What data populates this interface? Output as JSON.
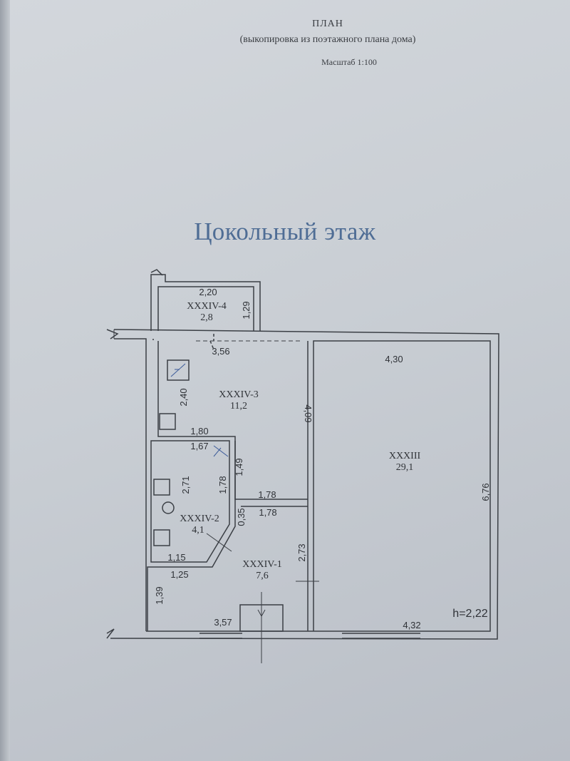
{
  "header": {
    "title": "ПЛАН",
    "subtitle": "(выкопировка из поэтажного плана дома)",
    "scale": "Масштаб 1:100"
  },
  "floor_title": "Цокольный этаж",
  "rooms": [
    {
      "id": "XXXIV-4",
      "area": "2,8"
    },
    {
      "id": "XXXIV-3",
      "area": "11,2"
    },
    {
      "id": "XXXIV-2",
      "area": "4,1"
    },
    {
      "id": "XXXIV-1",
      "area": "7,6"
    },
    {
      "id": "XXXIII",
      "area": "29,1"
    }
  ],
  "dimensions": {
    "d220": "2,20",
    "d129": "1,29",
    "d356": "3,56",
    "d430": "4,30",
    "d240": "2,40",
    "d409": "4,09",
    "d180": "1,80",
    "d167": "1,67",
    "d149": "1,49",
    "d271": "2,71",
    "d178v": "1,78",
    "d178a": "1,78",
    "d178b": "1,78",
    "d035": "0,35",
    "d115": "1,15",
    "d125": "1,25",
    "d273": "2,73",
    "d139": "1,39",
    "d357": "3,57",
    "d676": "6,76",
    "d432": "4,32"
  },
  "height_label": "h=2,22"
}
